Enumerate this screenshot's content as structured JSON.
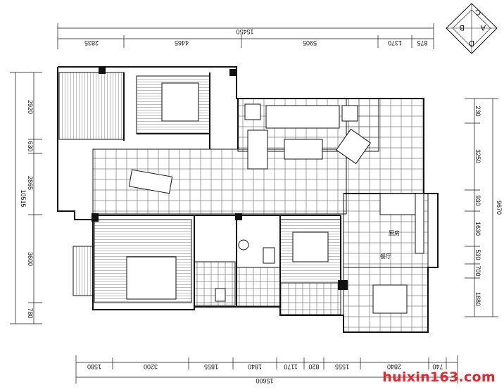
{
  "plan": {
    "top_dimensions": {
      "total": "15450",
      "segments": [
        "2835",
        "4465",
        "5905",
        "1370",
        "875"
      ]
    },
    "bottom_dimensions": {
      "total": "15600",
      "segments": [
        "1580",
        "3200",
        "1855",
        "1840",
        "1170",
        "820",
        "1555",
        "2840",
        "740"
      ]
    },
    "left_dimensions": {
      "total": "10515",
      "segments": [
        "2920",
        "630",
        "2865",
        "3600",
        "780"
      ]
    },
    "right_dimensions": {
      "total": "9670",
      "segments": [
        "230",
        "3250",
        "930",
        "1630",
        "530",
        "700",
        "1880"
      ]
    },
    "compass_letters": [
      "C",
      "B",
      "A",
      "D"
    ],
    "rooms": {
      "dining_label": "餐厅",
      "kitchen_label": "厨房"
    }
  },
  "watermark": "huixin163.com",
  "colors": {
    "line": "#111111",
    "wall": "#111111",
    "watermark": "#e8242c"
  }
}
